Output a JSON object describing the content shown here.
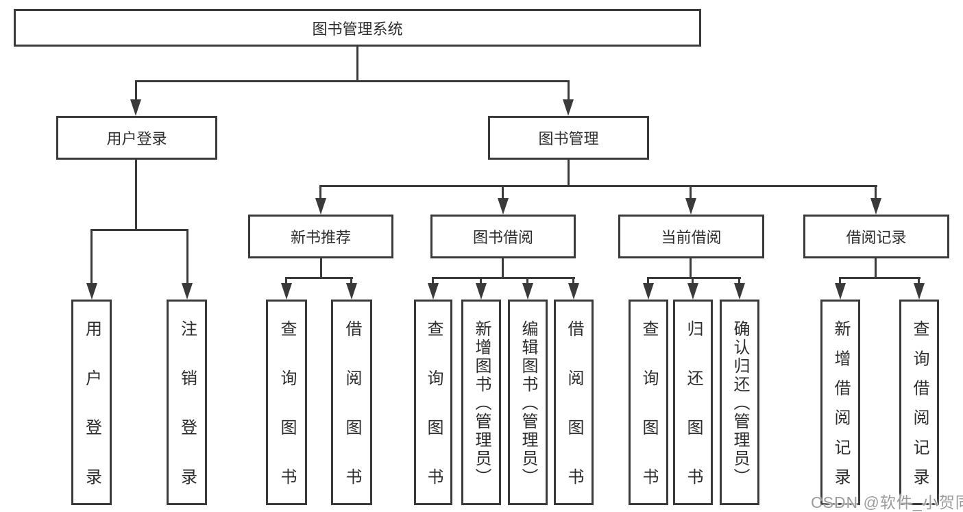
{
  "diagram": {
    "root": {
      "label": "图书管理系统"
    },
    "branches": [
      {
        "label": "用户登录",
        "children": [
          {
            "label": "用户登录"
          },
          {
            "label": "注销登录"
          }
        ]
      },
      {
        "label": "图书管理",
        "children": [
          {
            "label": "新书推荐",
            "children": [
              {
                "label": "查询图书"
              },
              {
                "label": "借阅图书"
              }
            ]
          },
          {
            "label": "图书借阅",
            "children": [
              {
                "label": "查询图书"
              },
              {
                "label": "新增图书（管理员）"
              },
              {
                "label": "编辑图书（管理员）"
              },
              {
                "label": "借阅图书"
              }
            ]
          },
          {
            "label": "当前借阅",
            "children": [
              {
                "label": "查询图书"
              },
              {
                "label": "归还图书"
              },
              {
                "label": "确认归还（管理员）"
              }
            ]
          },
          {
            "label": "借阅记录",
            "children": [
              {
                "label": "新增借阅记录"
              },
              {
                "label": "查询借阅记录"
              }
            ]
          }
        ]
      }
    ]
  },
  "watermark": {
    "text": "CSDN @软件_小贺同学",
    "color": "#9b9b9b"
  },
  "colors": {
    "line": "#3a3a3a",
    "text": "#2d2d2d",
    "background": "#ffffff"
  }
}
